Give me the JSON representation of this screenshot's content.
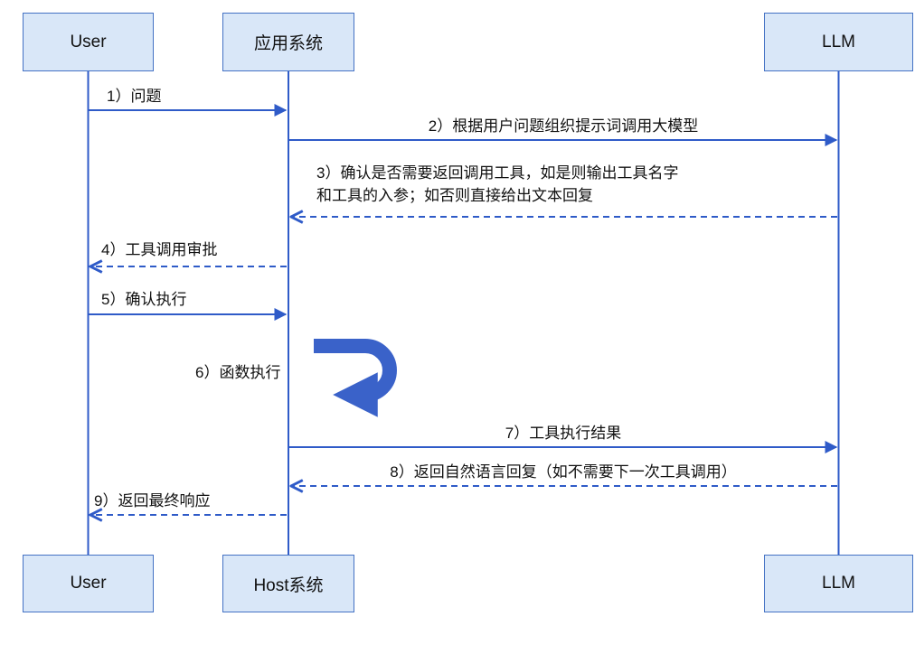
{
  "diagram": {
    "type": "sequence-diagram",
    "actors_top": [
      {
        "label": "User"
      },
      {
        "label": "应用系统"
      },
      {
        "label": "LLM"
      }
    ],
    "actors_bottom": [
      {
        "label": "User"
      },
      {
        "label": "Host系统"
      },
      {
        "label": "LLM"
      }
    ],
    "messages": {
      "m1": "1）问题",
      "m2": "2）根据用户问题组织提示词调用大模型",
      "m3_line1": "3）确认是否需要返回调用工具，如是则输出工具名字",
      "m3_line2": "和工具的入参；如否则直接给出文本回复",
      "m4": "4）工具调用审批",
      "m5": "5）确认执行",
      "m6": "6）函数执行",
      "m7": "7）工具执行结果",
      "m8": "8）返回自然语言回复（如不需要下一次工具调用）",
      "m9": "9）返回最终响应"
    },
    "message_styles": {
      "m1": "solid",
      "m2": "solid",
      "m3": "dashed",
      "m4": "dashed",
      "m5": "solid",
      "m6": "self-loop",
      "m7": "solid",
      "m8": "dashed",
      "m9": "dashed"
    }
  },
  "colors": {
    "box_fill": "#d9e7f8",
    "box_border": "#4472c4",
    "line": "#2f5bc8",
    "loop": "#3a62c9",
    "text": "#111111"
  }
}
